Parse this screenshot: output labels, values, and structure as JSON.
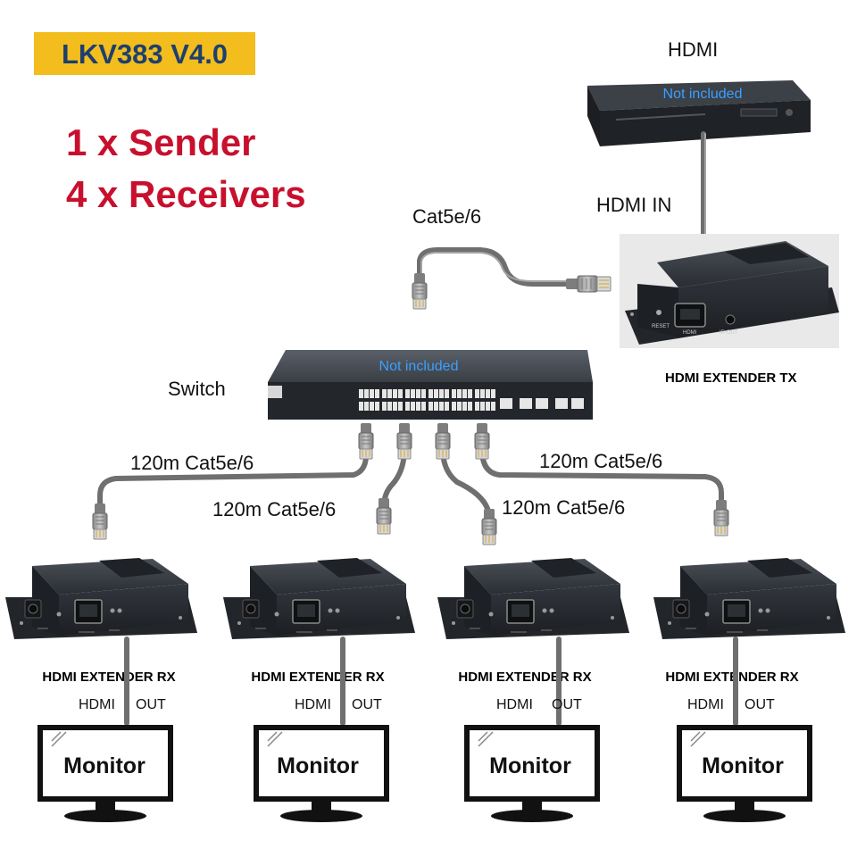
{
  "header": {
    "model": "LKV383 V4.0",
    "line1": "1 x Sender",
    "line2": "4 x Receivers"
  },
  "source": {
    "label": "HDMI",
    "note": "Not included",
    "input_label": "HDMI IN"
  },
  "uplink_cable": {
    "label": "Cat5e/6"
  },
  "transmitter": {
    "label": "HDMI EXTENDER TX",
    "ports": [
      "RESET",
      "HDMI",
      "IR OUT"
    ]
  },
  "switch": {
    "label": "Switch",
    "note": "Not included"
  },
  "downlinks": [
    {
      "label": "120m Cat5e/6"
    },
    {
      "label": "120m Cat5e/6"
    },
    {
      "label": "120m Cat5e/6"
    },
    {
      "label": "120m Cat5e/6"
    }
  ],
  "receivers": [
    {
      "label": "HDMI EXTENDER RX",
      "out_a": "HDMI",
      "out_b": "OUT",
      "monitor": "Monitor"
    },
    {
      "label": "HDMI EXTENDER RX",
      "out_a": "HDMI",
      "out_b": "OUT",
      "monitor": "Monitor"
    },
    {
      "label": "HDMI EXTENDER RX",
      "out_a": "HDMI",
      "out_b": "OUT",
      "monitor": "Monitor"
    },
    {
      "label": "HDMI EXTENDER RX",
      "out_a": "HDMI",
      "out_b": "OUT",
      "monitor": "Monitor"
    }
  ],
  "colors": {
    "badge_bg": "#f2bd1d",
    "badge_text": "#1e3f6e",
    "headline": "#c8102e",
    "hint": "#3aa0ff",
    "device": "#2b2f35"
  }
}
